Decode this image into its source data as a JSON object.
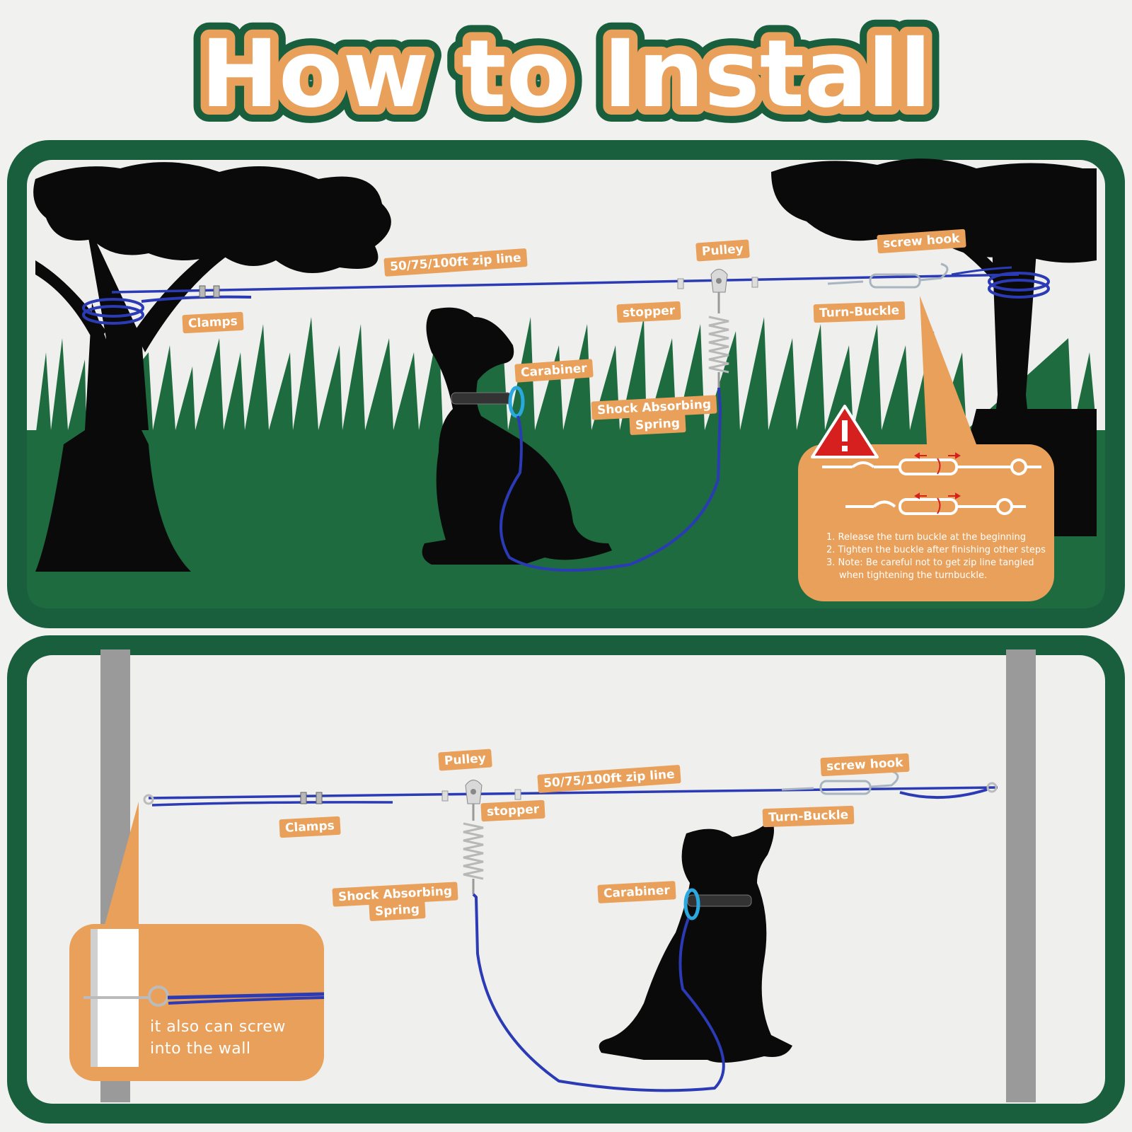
{
  "title": "How to Install",
  "top_panel": {
    "labels": {
      "zip_line": "50/75/100ft zip line",
      "pulley": "Pulley",
      "screw_hook": "screw hook",
      "clamps": "Clamps",
      "stopper": "stopper",
      "turn_buckle": "Turn-Buckle",
      "carabiner": "Carabiner",
      "shock_line1": "Shock Absorbing",
      "shock_line2": "Spring"
    },
    "notes": [
      "1. Release the turn buckle at the beginning",
      "2. Tighten the buckle after finishing other steps",
      "3. Note: Be careful not to get zip line tangled",
      "when tightening the turnbuckle."
    ]
  },
  "bottom_panel": {
    "labels": {
      "pulley": "Pulley",
      "zip_line": "50/75/100ft zip line",
      "screw_hook": "screw hook",
      "clamps": "Clamps",
      "stopper": "stopper",
      "turn_buckle": "Turn-Buckle",
      "carabiner": "Carabiner",
      "shock_line1": "Shock Absorbing",
      "shock_line2": "Spring"
    },
    "wall_note_line1": "it also can screw",
    "wall_note_line2": "into the wall"
  },
  "colors": {
    "accent_orange": "#e8a05a",
    "dark_green": "#195f3e",
    "grass_green": "#1d6b3f",
    "cable_blue": "#2b3ab5",
    "warning_red": "#d61f1f"
  }
}
